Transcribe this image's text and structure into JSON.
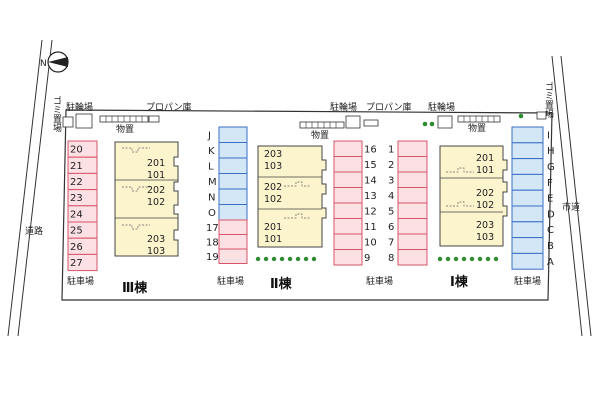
{
  "map": {
    "north_label": "N",
    "roads": {
      "left": "道路",
      "right": "市道"
    },
    "buildings": [
      {
        "name": "Ⅲ棟",
        "units": [
          [
            "201",
            "101"
          ],
          [
            "202",
            "102"
          ],
          [
            "203",
            "103"
          ]
        ]
      },
      {
        "name": "Ⅱ棟",
        "units": [
          [
            "203",
            "103"
          ],
          [
            "202",
            "102"
          ],
          [
            "201",
            "101"
          ]
        ]
      },
      {
        "name": "Ⅰ棟",
        "units": [
          [
            "201",
            "101"
          ],
          [
            "202",
            "102"
          ],
          [
            "203",
            "103"
          ]
        ]
      }
    ],
    "parking_label": "駐車場",
    "parking_labels": [
      "駐車場",
      "駐車場",
      "駐車場",
      "駐車場"
    ],
    "parking": {
      "col1": [
        "20",
        "21",
        "22",
        "23",
        "24",
        "25",
        "26",
        "27"
      ],
      "col2_blue": [
        "J",
        "K",
        "L",
        "M",
        "N",
        "O"
      ],
      "col2_pink": [
        "17",
        "18",
        "19"
      ],
      "col3": [
        "16",
        "15",
        "14",
        "13",
        "12",
        "11",
        "10",
        "9"
      ],
      "col4": [
        "1",
        "2",
        "3",
        "4",
        "5",
        "6",
        "7",
        "8"
      ],
      "col5": [
        "I",
        "H",
        "G",
        "F",
        "E",
        "D",
        "C",
        "B",
        "A"
      ]
    },
    "facilities": {
      "bike_left": "駐輪場",
      "bike_mid": "駐輪場",
      "bike_right": "駐輪場",
      "propane_left": "プロパン庫",
      "propane_mid": "プロパン庫",
      "storage_left": "物置",
      "storage_mid": "物置",
      "storage_right": "物置",
      "garbage_left": "ゴミ置場",
      "garbage_right": "ゴミ置場"
    },
    "colors": {
      "pink_fill": "#fbe0e4",
      "pink_stroke": "#d9546a",
      "blue_fill": "#d3e7f7",
      "blue_stroke": "#3a6fc4",
      "building_fill": "#fbf4cd",
      "tree": "#2e8b2e"
    }
  }
}
